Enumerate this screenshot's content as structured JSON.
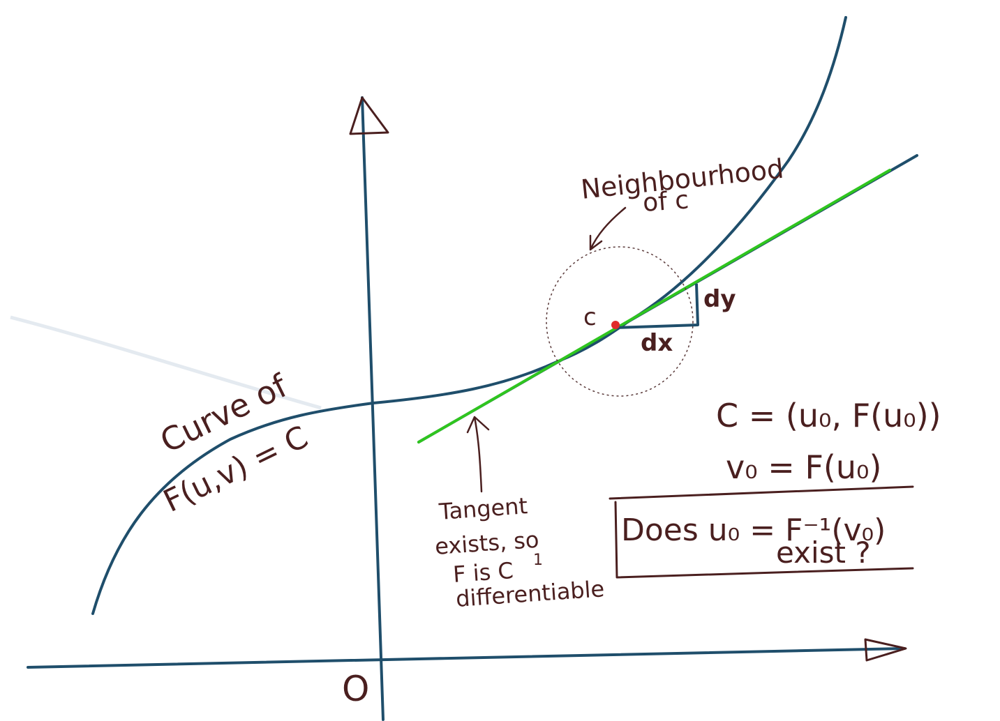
{
  "colors": {
    "axis": "#1f4e6b",
    "curve": "#1f4e6b",
    "tangent": "#2fc51f",
    "ink": "#4a1f1f",
    "point": "#e02a2a",
    "circle": "#5a3a3a"
  },
  "labels": {
    "origin": "O",
    "neighbourhood": "Neighbourhood",
    "neighbourhood_of": "of c",
    "point_c": "c",
    "dx": "dx",
    "dy": "dy",
    "curve_line1": "Curve of",
    "curve_line2": "F(u,v) = C",
    "tangent_line1": "Tangent",
    "tangent_line2": "exists, so",
    "tangent_line3": "F is C",
    "tangent_line3_sup": "1",
    "tangent_line4": "differentiable",
    "eq1": "C = (u₀, F(u₀))",
    "eq2": "v₀ = F(u₀)",
    "question_line1": "Does  u₀ = F⁻¹(v₀)",
    "question_line2": "exist ?"
  },
  "icons": [
    "y-axis-arrowhead",
    "x-axis-arrowhead",
    "tangent-arrow",
    "neighbourhood-arrow"
  ]
}
